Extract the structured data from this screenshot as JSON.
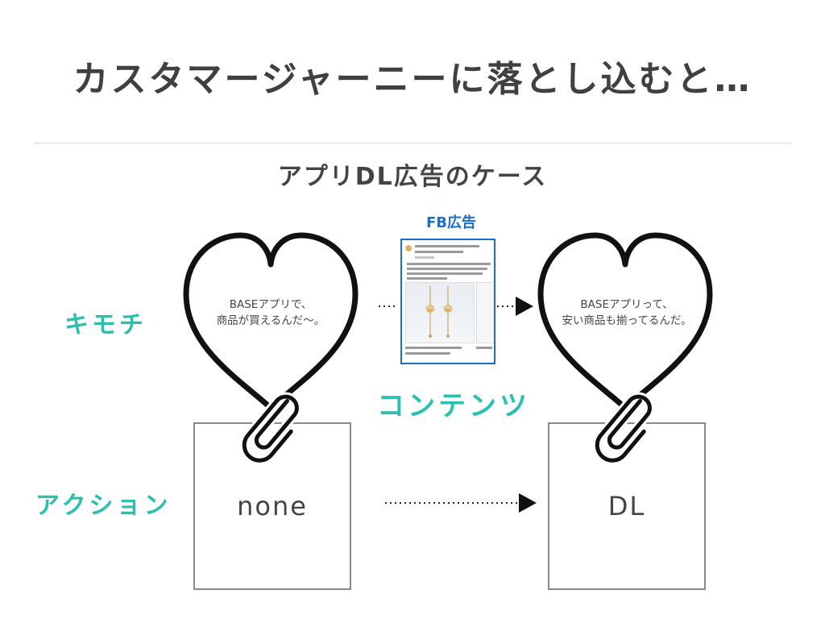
{
  "title": "カスタマージャーニーに落とし込むと…",
  "subtitle": "アプリDL広告のケース",
  "rows": {
    "feeling": "キモチ",
    "action": "アクション"
  },
  "contents_label": "コンテンツ",
  "ad": {
    "label": "FB広告"
  },
  "before": {
    "feeling_lines": [
      "BASEアプリで、",
      "商品が買えるんだ〜。"
    ],
    "action": "none"
  },
  "after": {
    "feeling_lines": [
      "BASEアプリって、",
      "安い商品も揃ってるんだ。"
    ],
    "action": "DL"
  },
  "colors": {
    "accent": "#2bbfb0",
    "ad_blue": "#1b6fc8",
    "text": "#404040"
  },
  "icons": [
    "heart-outline-icon",
    "paperclip-icon",
    "arrow-right-icon"
  ]
}
